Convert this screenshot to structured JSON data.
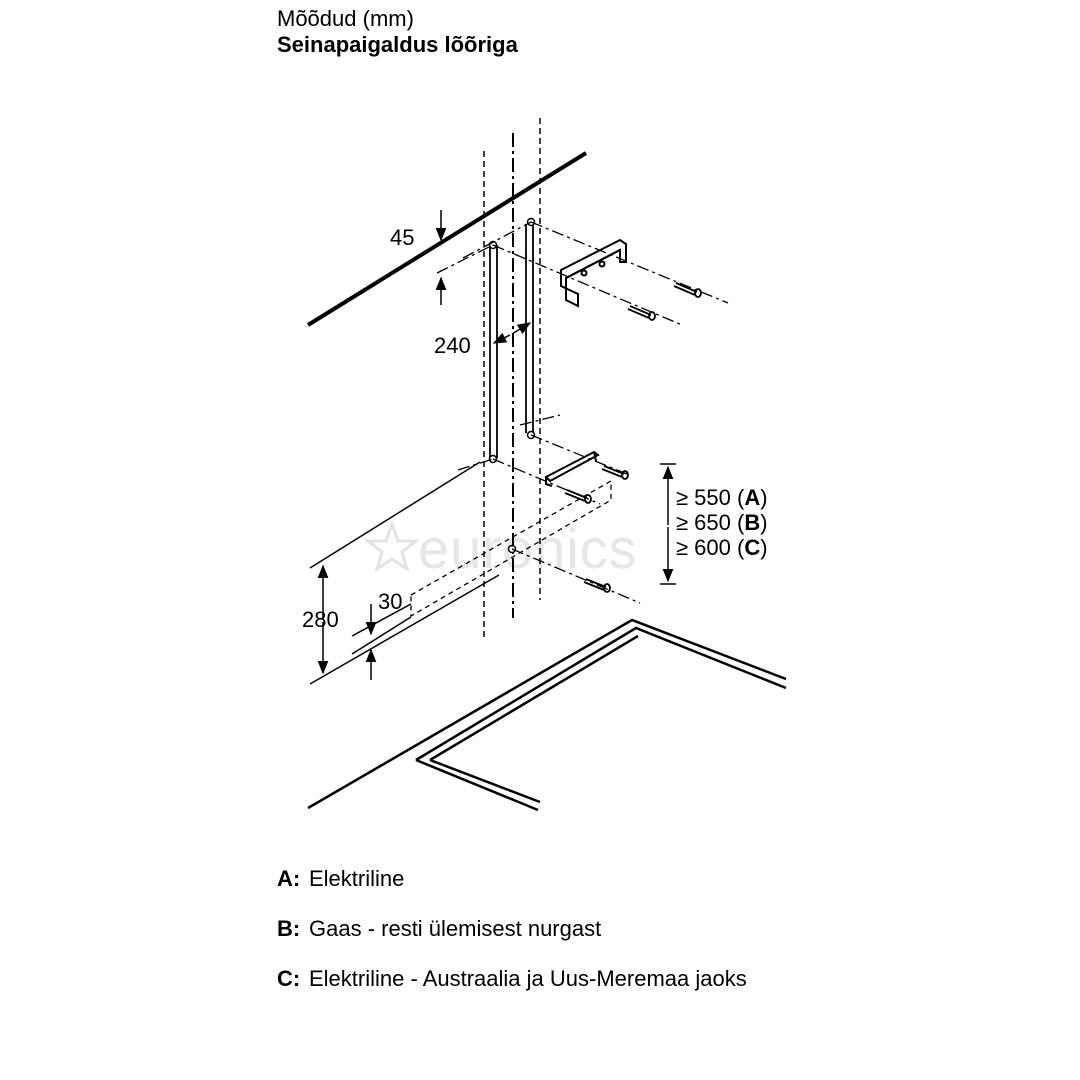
{
  "header": {
    "units": "Mõõdud (mm)",
    "title": "Seinapaigaldus lõõriga"
  },
  "dimensions": {
    "d45": "45",
    "d240": "240",
    "d280": "280",
    "d30": "30",
    "clearances": [
      {
        "prefix": "≥ 550 (",
        "key": "A",
        "suffix": ")"
      },
      {
        "prefix": "≥ 650 (",
        "key": "B",
        "suffix": ")"
      },
      {
        "prefix": "≥ 600 (",
        "key": "C",
        "suffix": ")"
      }
    ]
  },
  "watermark": {
    "text": "euronics"
  },
  "legend": [
    {
      "key": "A:",
      "text": "Elektriline"
    },
    {
      "key": "B:",
      "text": "Gaas - resti ülemisest nurgast"
    },
    {
      "key": "C:",
      "text": "Elektriline - Austraalia ja Uus-Meremaa jaoks"
    }
  ],
  "colors": {
    "line": "#000000",
    "watermark": "#e6e6e6"
  }
}
